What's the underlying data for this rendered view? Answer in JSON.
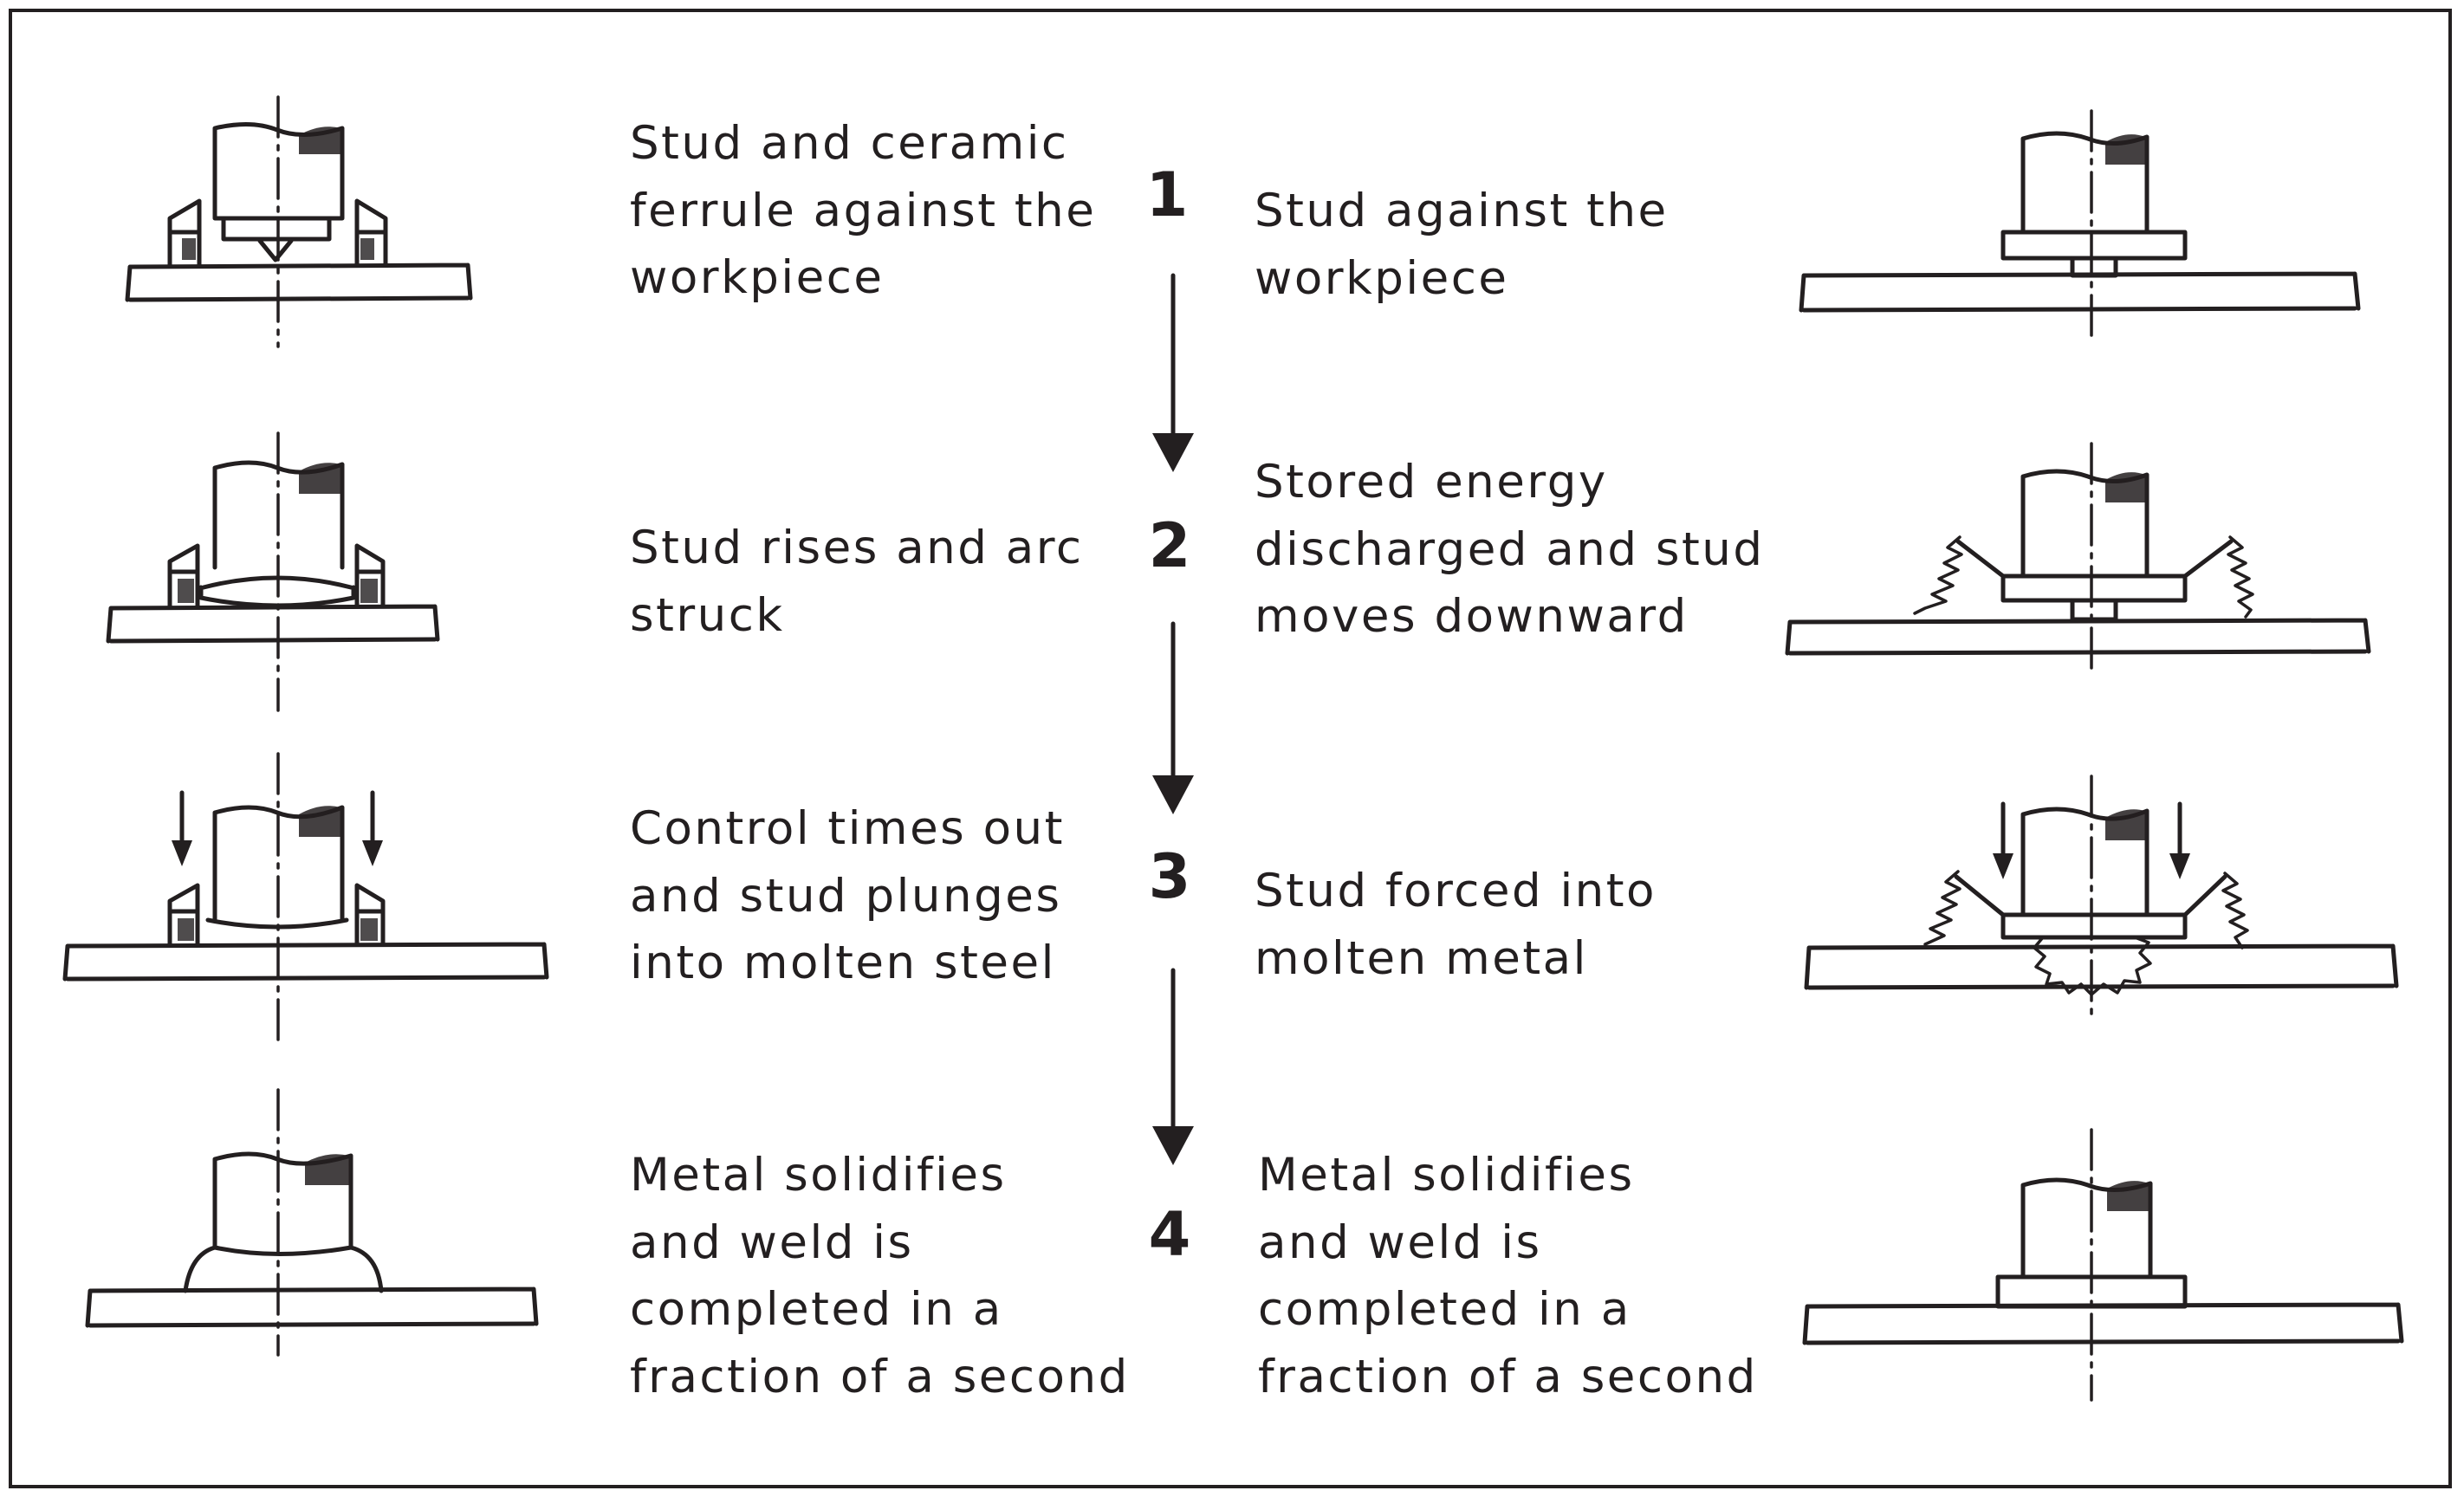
{
  "steps": [
    {
      "number": "1",
      "left_text": "Stud and ceramic\nferrule against the\nworkpiece",
      "right_text": "Stud against the\nworkpiece"
    },
    {
      "number": "2",
      "left_text": "Stud rises and arc\nstruck",
      "right_text": "Stored energy\ndischarged and stud\nmoves downward"
    },
    {
      "number": "3",
      "left_text": "Control times out\nand stud plunges\ninto molten steel",
      "right_text": "Stud forced into\nmolten metal"
    },
    {
      "number": "4",
      "left_text": "Metal solidifies\nand weld is\ncompleted in a\nfraction of a second",
      "right_text": "Metal solidifies\nand weld is\ncompleted in a\nfraction of a second"
    }
  ]
}
